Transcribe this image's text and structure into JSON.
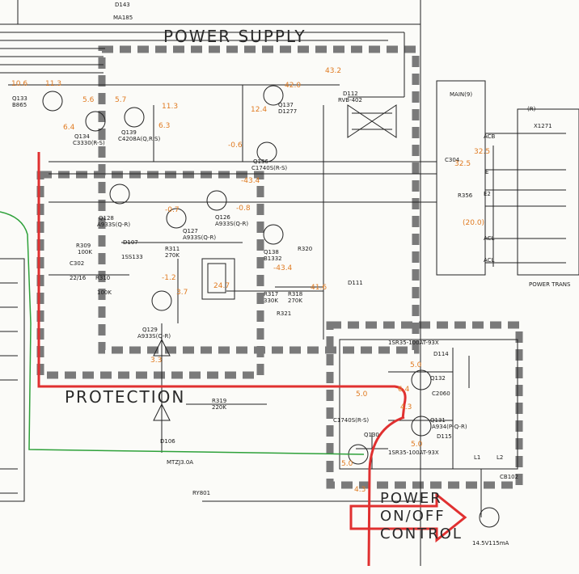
{
  "sections": {
    "power_supply": "POWER SUPPLY",
    "protection": "PROTECTION",
    "power_on_off": [
      "POWER",
      "ON/OFF",
      "CONTROL"
    ]
  },
  "top": {
    "d143": "D143",
    "ma185": "MA185"
  },
  "labels": [
    {
      "id": "q133",
      "t": "Q133"
    },
    {
      "id": "b865",
      "t": "B865"
    },
    {
      "id": "q134",
      "t": "Q134"
    },
    {
      "id": "c3330",
      "t": "C3330(R-S)"
    },
    {
      "id": "q139",
      "t": "Q139"
    },
    {
      "id": "c4208",
      "t": "C4208A(Q,R,S)"
    },
    {
      "id": "q137",
      "t": "Q137"
    },
    {
      "id": "d1277",
      "t": "D1277"
    },
    {
      "id": "d112",
      "t": "D112"
    },
    {
      "id": "rvb",
      "t": "RVB-402"
    },
    {
      "id": "q136",
      "t": "Q136"
    },
    {
      "id": "c1740",
      "t": "C1740S(R-S)"
    },
    {
      "id": "q128",
      "t": "Q128"
    },
    {
      "id": "a933a",
      "t": "A933S(Q-R)"
    },
    {
      "id": "q127",
      "t": "Q127"
    },
    {
      "id": "a933b",
      "t": "A933S(Q-R)"
    },
    {
      "id": "q126",
      "t": "Q126"
    },
    {
      "id": "a933c",
      "t": "A933S(Q-R)"
    },
    {
      "id": "q138",
      "t": "Q138"
    },
    {
      "id": "b1332",
      "t": "B1332"
    },
    {
      "id": "q129",
      "t": "Q129"
    },
    {
      "id": "a933d",
      "t": "A933S(Q-R)"
    },
    {
      "id": "r317",
      "t": "R317"
    },
    {
      "id": "r317v",
      "t": "330K"
    },
    {
      "id": "r318",
      "t": "R318"
    },
    {
      "id": "r318v",
      "t": "270K"
    },
    {
      "id": "r319",
      "t": "R319"
    },
    {
      "id": "r319v",
      "t": "220K"
    },
    {
      "id": "r309",
      "t": "R309"
    },
    {
      "id": "r309v",
      "t": "100K"
    },
    {
      "id": "d107",
      "t": "D107"
    },
    {
      "id": "d107v",
      "t": "1SS133"
    },
    {
      "id": "r311",
      "t": "R311"
    },
    {
      "id": "r311v",
      "t": "270K"
    },
    {
      "id": "c302",
      "t": "C302"
    },
    {
      "id": "c302v",
      "t": "22/16"
    },
    {
      "id": "r310",
      "t": "R310"
    },
    {
      "id": "r310v",
      "t": "100K"
    },
    {
      "id": "d106",
      "t": "D106"
    },
    {
      "id": "d106v",
      "t": "MTZJ3.0A"
    },
    {
      "id": "main9",
      "t": "MAIN(9)"
    },
    {
      "id": "r",
      "t": "(R)"
    },
    {
      "id": "x1271",
      "t": "X1271"
    },
    {
      "id": "acb",
      "t": "ACB"
    },
    {
      "id": "e",
      "t": "E"
    },
    {
      "id": "e2",
      "t": "E2"
    },
    {
      "id": "acl1",
      "t": "ACL"
    },
    {
      "id": "acl2",
      "t": "ACL"
    },
    {
      "id": "ptrans",
      "t": "POWER TRANS"
    },
    {
      "id": "c304",
      "t": "C304"
    },
    {
      "id": "r356",
      "t": "R356"
    },
    {
      "id": "sr35a",
      "t": "1SR35-100AT-93X"
    },
    {
      "id": "d114",
      "t": "D114"
    },
    {
      "id": "q132",
      "t": "Q132"
    },
    {
      "id": "c2060",
      "t": "C2060"
    },
    {
      "id": "q131",
      "t": "Q131"
    },
    {
      "id": "a934",
      "t": "A934(P-Q-R)"
    },
    {
      "id": "d115",
      "t": "D115"
    },
    {
      "id": "sr35b",
      "t": "1SR35-100AT-93X"
    },
    {
      "id": "q130",
      "t": "Q130"
    },
    {
      "id": "c1740b",
      "t": "C1740S(R-S)"
    },
    {
      "id": "cb102",
      "t": "CB102"
    },
    {
      "id": "l1",
      "t": "L1"
    },
    {
      "id": "l2",
      "t": "L2"
    },
    {
      "id": "lamp",
      "t": "14.5V115mA"
    },
    {
      "id": "ry801",
      "t": "RY801"
    },
    {
      "id": "d111",
      "t": "D111"
    },
    {
      "id": "r320",
      "t": "R320"
    },
    {
      "id": "r321",
      "t": "R321"
    }
  ],
  "values": [
    {
      "id": "v1",
      "t": "10.6"
    },
    {
      "id": "v2",
      "t": "11.3"
    },
    {
      "id": "v3",
      "t": "5.6"
    },
    {
      "id": "v4",
      "t": "5.7"
    },
    {
      "id": "v5",
      "t": "6.4"
    },
    {
      "id": "v6",
      "t": "6.3"
    },
    {
      "id": "v7",
      "t": "11.3"
    },
    {
      "id": "v8",
      "t": "42.0"
    },
    {
      "id": "v9",
      "t": "43.2"
    },
    {
      "id": "v10",
      "t": "12.4"
    },
    {
      "id": "v11",
      "t": "-0.6"
    },
    {
      "id": "v12",
      "t": "-0.7"
    },
    {
      "id": "v13",
      "t": "-0.8"
    },
    {
      "id": "v14",
      "t": "-43.4"
    },
    {
      "id": "v15",
      "t": "-43.4"
    },
    {
      "id": "v16",
      "t": "-1.2"
    },
    {
      "id": "v17",
      "t": "3.7"
    },
    {
      "id": "v18",
      "t": "24.7"
    },
    {
      "id": "v19",
      "t": "41.6"
    },
    {
      "id": "v20",
      "t": "3.3"
    },
    {
      "id": "v21",
      "t": "5.0"
    },
    {
      "id": "v22",
      "t": "6.4"
    },
    {
      "id": "v23",
      "t": "5.0"
    },
    {
      "id": "v24",
      "t": "4.3"
    },
    {
      "id": "v25",
      "t": "5.0"
    },
    {
      "id": "v26",
      "t": "4.3"
    },
    {
      "id": "v27",
      "t": "5.0"
    },
    {
      "id": "v28",
      "t": "32.5"
    },
    {
      "id": "v29",
      "t": "32.5"
    },
    {
      "id": "v30",
      "t": "(20.0)"
    }
  ]
}
